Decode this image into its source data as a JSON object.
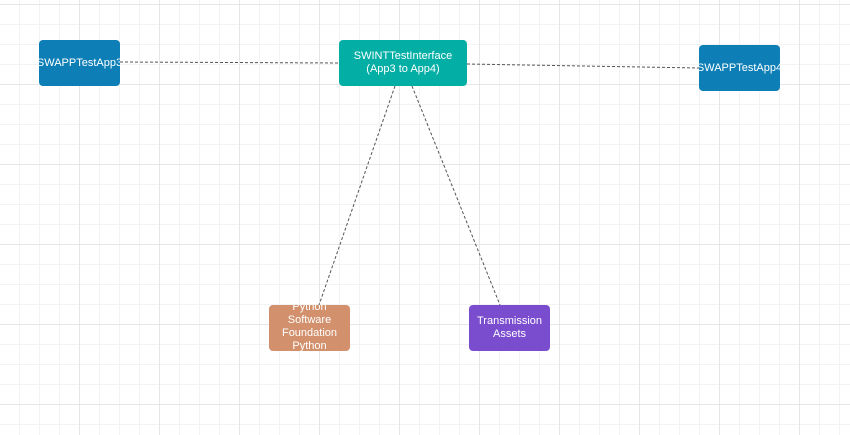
{
  "diagram": {
    "nodes": [
      {
        "id": "app3",
        "label": "SWAPPTestApp3",
        "color": "#0e7fb6"
      },
      {
        "id": "interface",
        "label": "SWINTTestInterface\n(App3 to App4)",
        "color": "#03aea5"
      },
      {
        "id": "app4",
        "label": "SWAPPTestApp4",
        "color": "#0e7fb6"
      },
      {
        "id": "python",
        "label": "Python\nSoftware\nFoundation\nPython",
        "color": "#d2906c"
      },
      {
        "id": "transmission",
        "label": "Transmission\nAssets",
        "color": "#7a4cce"
      }
    ],
    "edges": [
      {
        "from": "app3",
        "to": "interface",
        "style": "dashed"
      },
      {
        "from": "interface",
        "to": "app4",
        "style": "dashed"
      },
      {
        "from": "interface",
        "to": "python",
        "style": "dashed"
      },
      {
        "from": "interface",
        "to": "transmission",
        "style": "dashed"
      }
    ],
    "edge_color": "#555555"
  }
}
